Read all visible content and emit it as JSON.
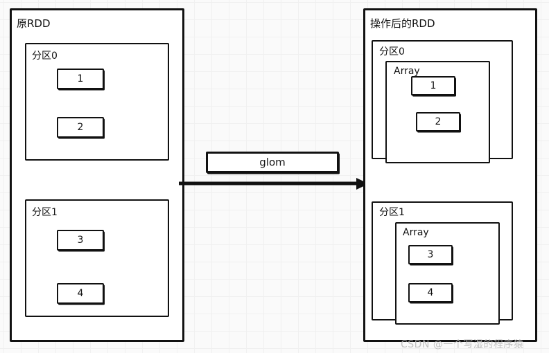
{
  "diagram": {
    "title_left": "原RDD",
    "title_right": "操作后的RDD",
    "operation_label": "glom",
    "array_label_top": "Array",
    "array_label_bottom": "Array",
    "left": {
      "partitions": [
        {
          "label": "分区0",
          "values": [
            "1",
            "2"
          ]
        },
        {
          "label": "分区1",
          "values": [
            "3",
            "4"
          ]
        }
      ]
    },
    "right": {
      "partitions": [
        {
          "label": "分区0",
          "array_label": "Array",
          "values": [
            "1",
            "2"
          ]
        },
        {
          "label": "分区1",
          "array_label": "Array",
          "values": [
            "3",
            "4"
          ]
        }
      ]
    },
    "arrow": {
      "direction": "right",
      "name": "transform-arrow"
    },
    "watermark": "CSDN @一个写湿的程序猿",
    "colors": {
      "stroke": "#111111",
      "fill": "#ffffff",
      "background": "#fafafa",
      "grid_minor": "#f0f0f0",
      "grid_major": "#ececec",
      "watermark": "#b8b8b8"
    }
  }
}
